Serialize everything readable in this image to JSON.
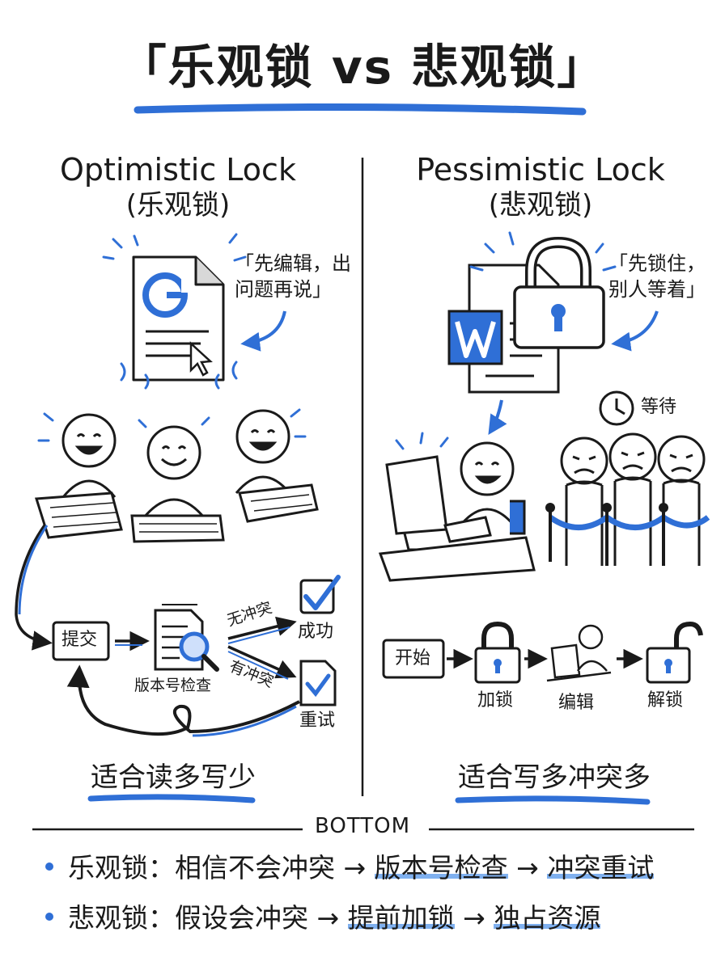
{
  "title": "「乐观锁 vs 悲观锁」",
  "left": {
    "title": "Optimistic Lock",
    "subtitle": "(乐观锁)",
    "quote": "「先编辑，出问题再说」",
    "doc_letter": "G",
    "flow": {
      "submit": "提交",
      "check": "版本号检查",
      "no_conflict": "无冲突",
      "has_conflict": "有冲突",
      "success": "成功",
      "retry": "重试"
    },
    "tagline": "适合读多写少"
  },
  "right": {
    "title": "Pessimistic Lock",
    "subtitle": "(悲观锁)",
    "quote": "「先锁住，别人等着」",
    "doc_letter": "W",
    "waiting": "等待",
    "flow": {
      "start": "开始",
      "lock": "加锁",
      "edit": "编辑",
      "unlock": "解锁"
    },
    "tagline": "适合写多冲突多"
  },
  "bottom": {
    "heading": "BOTTOM",
    "lines": [
      {
        "head": "乐观锁：相信不会冲突",
        "arrow1": "→",
        "mid": "版本号检查",
        "arrow2": "→",
        "tail": "冲突重试"
      },
      {
        "head": "悲观锁：假设会冲突",
        "arrow1": "→",
        "mid": "提前加锁",
        "arrow2": "→",
        "tail": "独占资源"
      }
    ]
  },
  "colors": {
    "accent": "#2f6fd6",
    "ink": "#1a1a1a",
    "highlight": "#7fb0ef"
  }
}
